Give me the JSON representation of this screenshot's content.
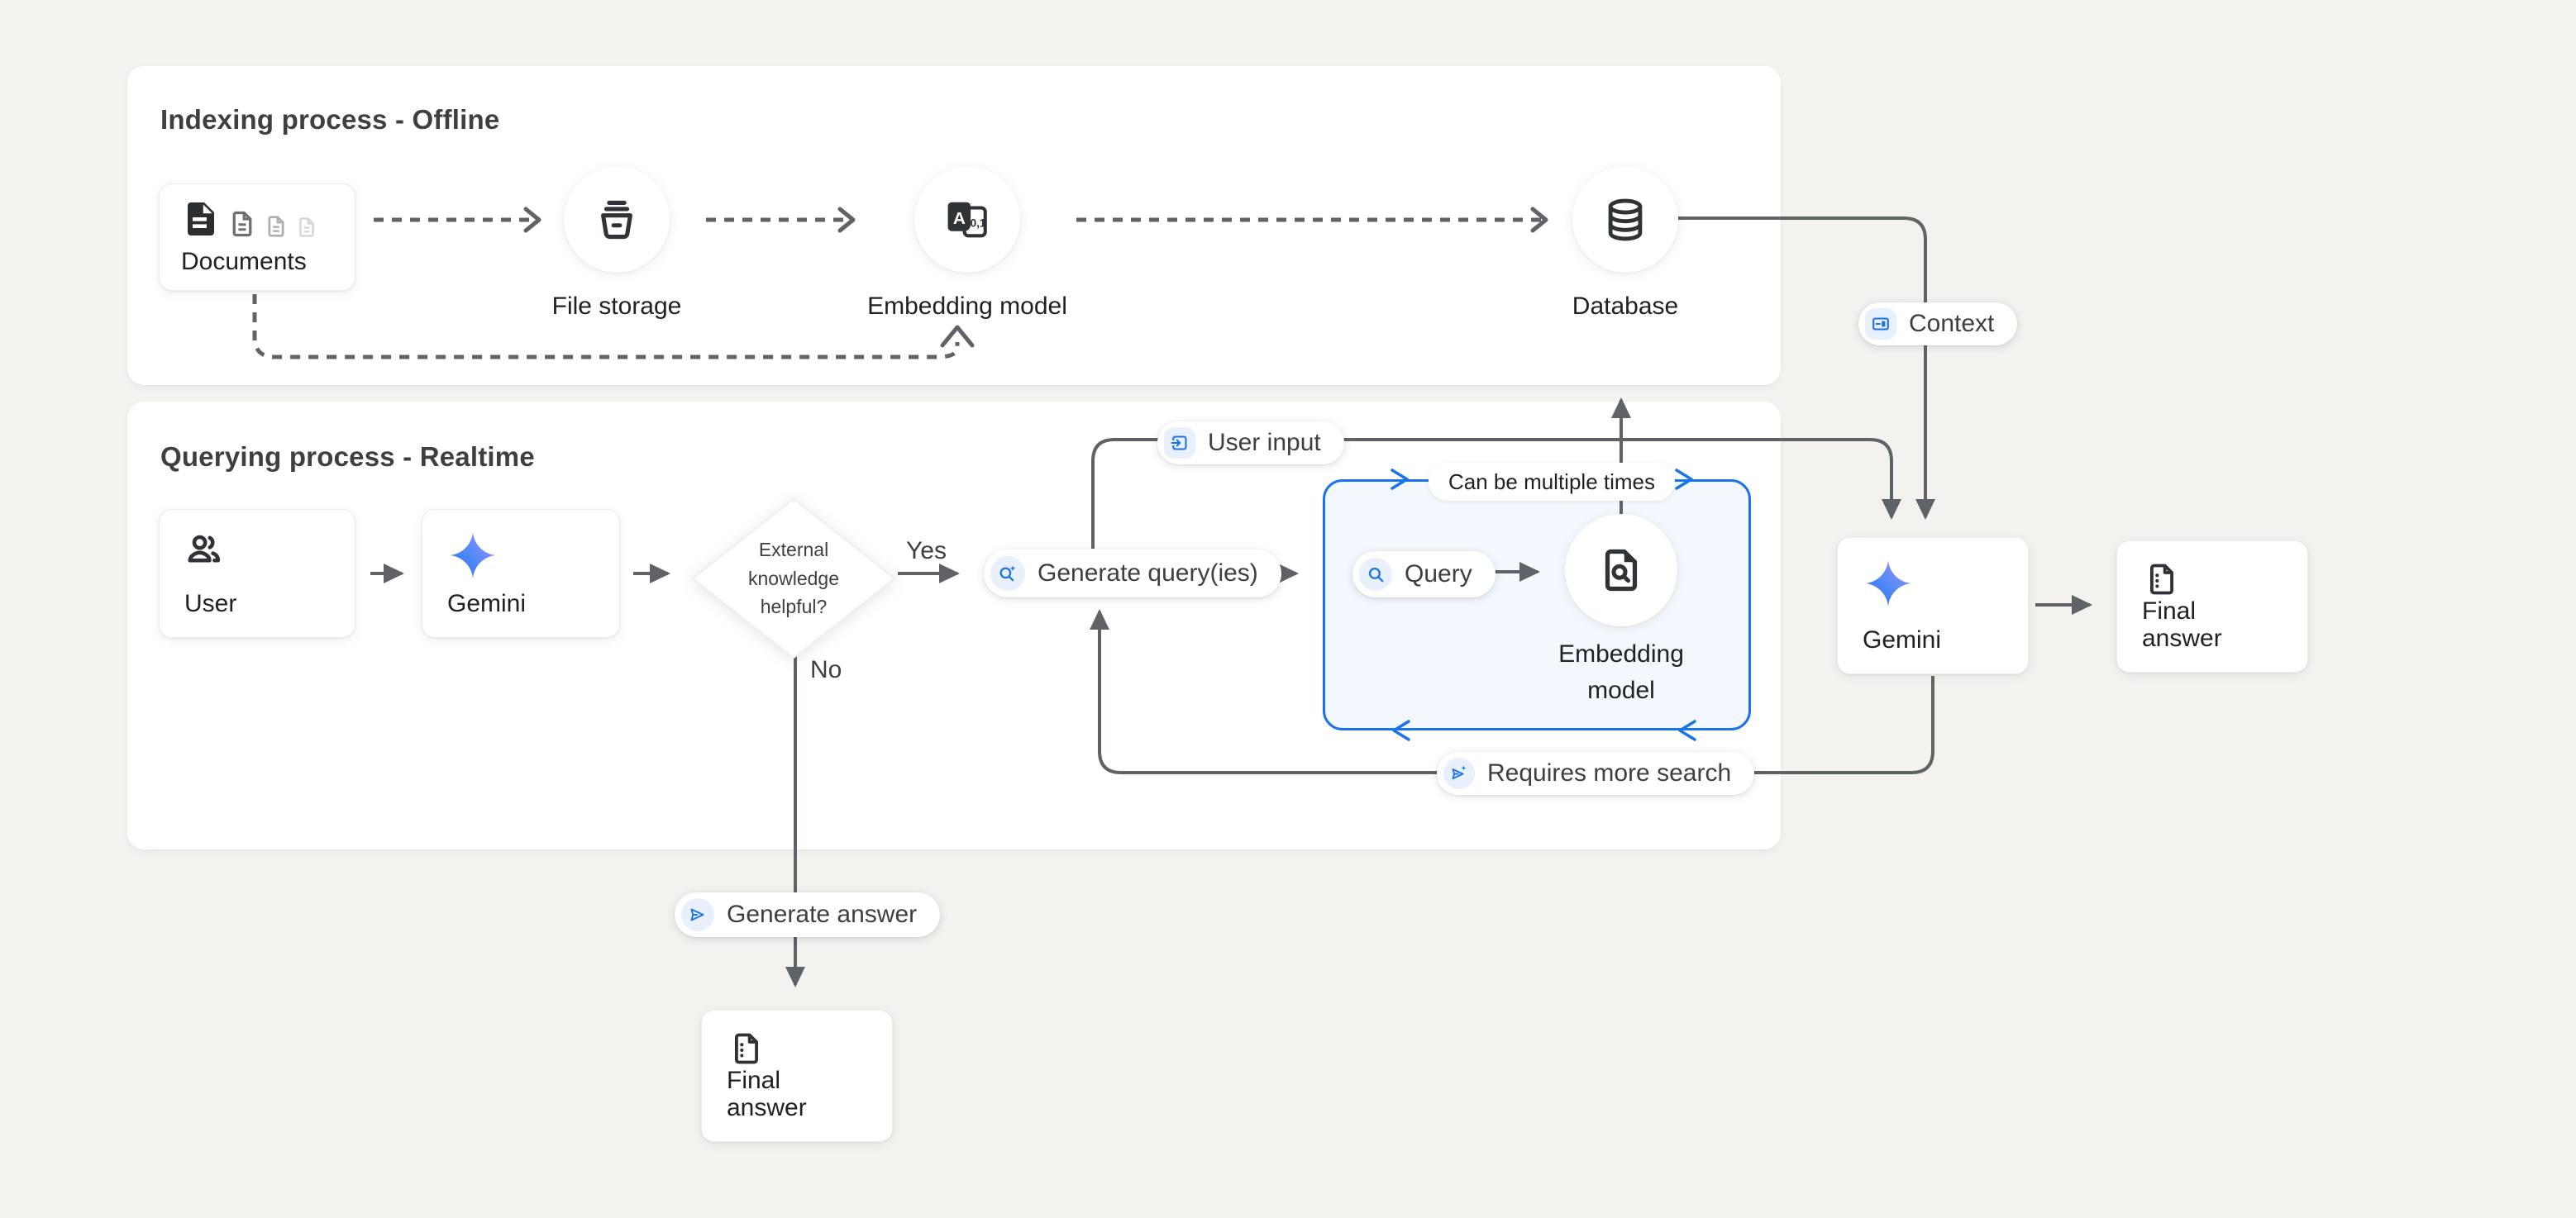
{
  "colors": {
    "page-bg": "#f3f2ef",
    "panel-bg": "#ffffff",
    "accent-blue": "#1a73e8",
    "chip-bg": "#e8f0fe",
    "loop-box-bg": "#f3f8fe",
    "arrow-gray": "#5f6368",
    "text-dark": "#202124",
    "text-gray": "#3c4043"
  },
  "sections": {
    "indexing": {
      "title": "Indexing process - Offline"
    },
    "querying": {
      "title": "Querying process - Realtime"
    }
  },
  "nodes": {
    "documents": {
      "label": "Documents"
    },
    "file_storage": {
      "label": "File storage"
    },
    "embedding_offline": {
      "label": "Embedding model"
    },
    "database": {
      "label": "Database"
    },
    "user": {
      "label": "User"
    },
    "gemini_query": {
      "label": "Gemini"
    },
    "decision": {
      "label": "External knowledge helpful?"
    },
    "generate_queries": {
      "label": "Generate query(ies)"
    },
    "query": {
      "label": "Query"
    },
    "embedding_realtime": {
      "label": "Embedding model"
    },
    "gemini_answer": {
      "label": "Gemini"
    },
    "final_answer": {
      "label": "Final answer"
    },
    "final_answer_direct": {
      "label": "Final answer"
    }
  },
  "edges": {
    "yes": "Yes",
    "no": "No",
    "user_input": "User input",
    "context": "Context",
    "requires_more_search": "Requires more search",
    "generate_answer": "Generate answer",
    "can_be_multiple_times": "Can be multiple times"
  }
}
